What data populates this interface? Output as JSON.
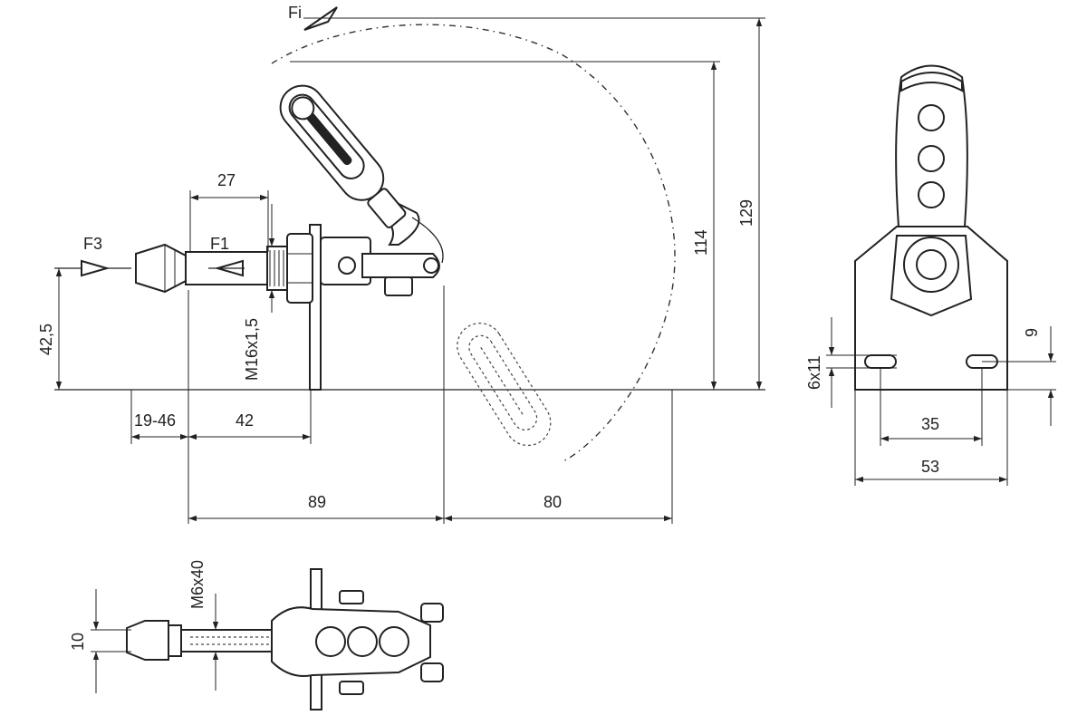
{
  "labels": {
    "force_fi": "Fi",
    "force_f3": "F3",
    "force_f1": "F1",
    "dim_27": "27",
    "dim_129": "129",
    "dim_114": "114",
    "dim_42_5": "42,5",
    "dim_m16": "M16x1,5",
    "dim_19_46": "19-46",
    "dim_42": "42",
    "dim_89": "89",
    "dim_80": "80",
    "dim_53": "53",
    "dim_35": "35",
    "dim_9": "9",
    "dim_6x11": "6x11",
    "dim_m6x40": "M6x40",
    "dim_10": "10"
  },
  "colors": {
    "line": "#222222",
    "background": "#ffffff"
  }
}
